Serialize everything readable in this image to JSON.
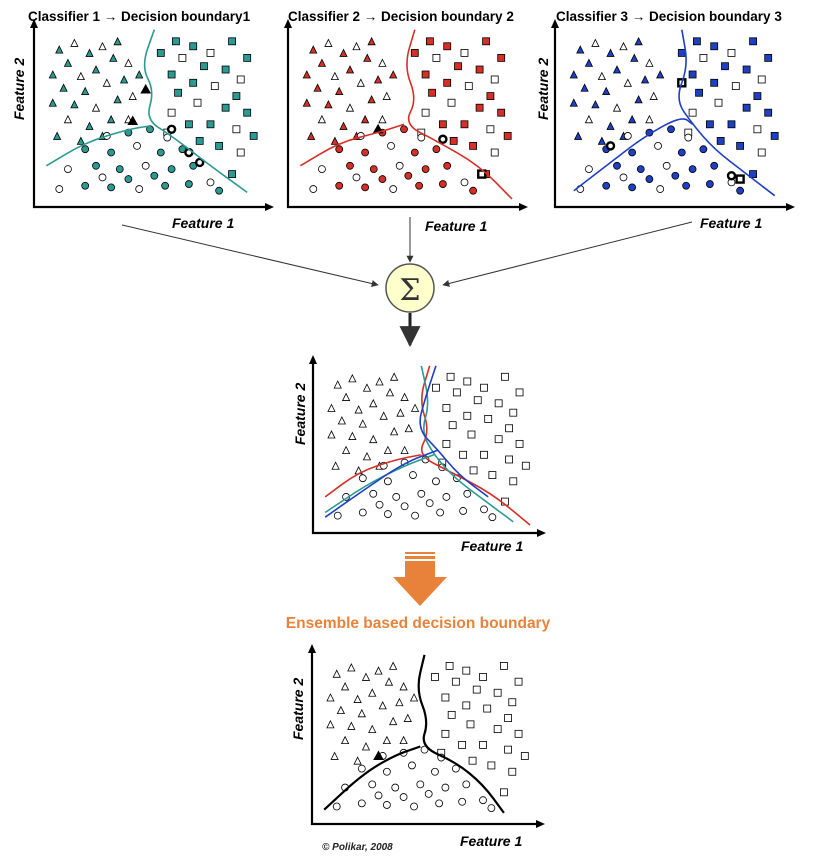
{
  "colors": {
    "classifier1": "#2b9a92",
    "classifier2": "#d62f26",
    "classifier3": "#1f3fc4",
    "ensemble_title": "#e8823a",
    "arrow_orange": "#e8823a",
    "sigma_fill": "#ffffcc"
  },
  "panels": [
    {
      "name": "classifier-1",
      "title": "Classifier 1 → Decision boundary1",
      "xlabel": "Feature 1",
      "ylabel": "Feature 2",
      "color_key": "classifier1"
    },
    {
      "name": "classifier-2",
      "title": "Classifier 2 → Decision boundary 2",
      "xlabel": "Feature 1",
      "ylabel": "Feature 2",
      "color_key": "classifier2"
    },
    {
      "name": "classifier-3",
      "title": "Classifier 3 → Decision boundary 3",
      "xlabel": "Feature 1",
      "ylabel": "Feature 2",
      "color_key": "classifier3"
    }
  ],
  "sigma_symbol": "Σ",
  "combined": {
    "xlabel": "Feature 1",
    "ylabel": "Feature 2"
  },
  "ensemble": {
    "title": "Ensemble based decision boundary",
    "xlabel": "Feature 1",
    "ylabel": "Feature 2"
  },
  "copyright": "© Polikar, 2008"
}
